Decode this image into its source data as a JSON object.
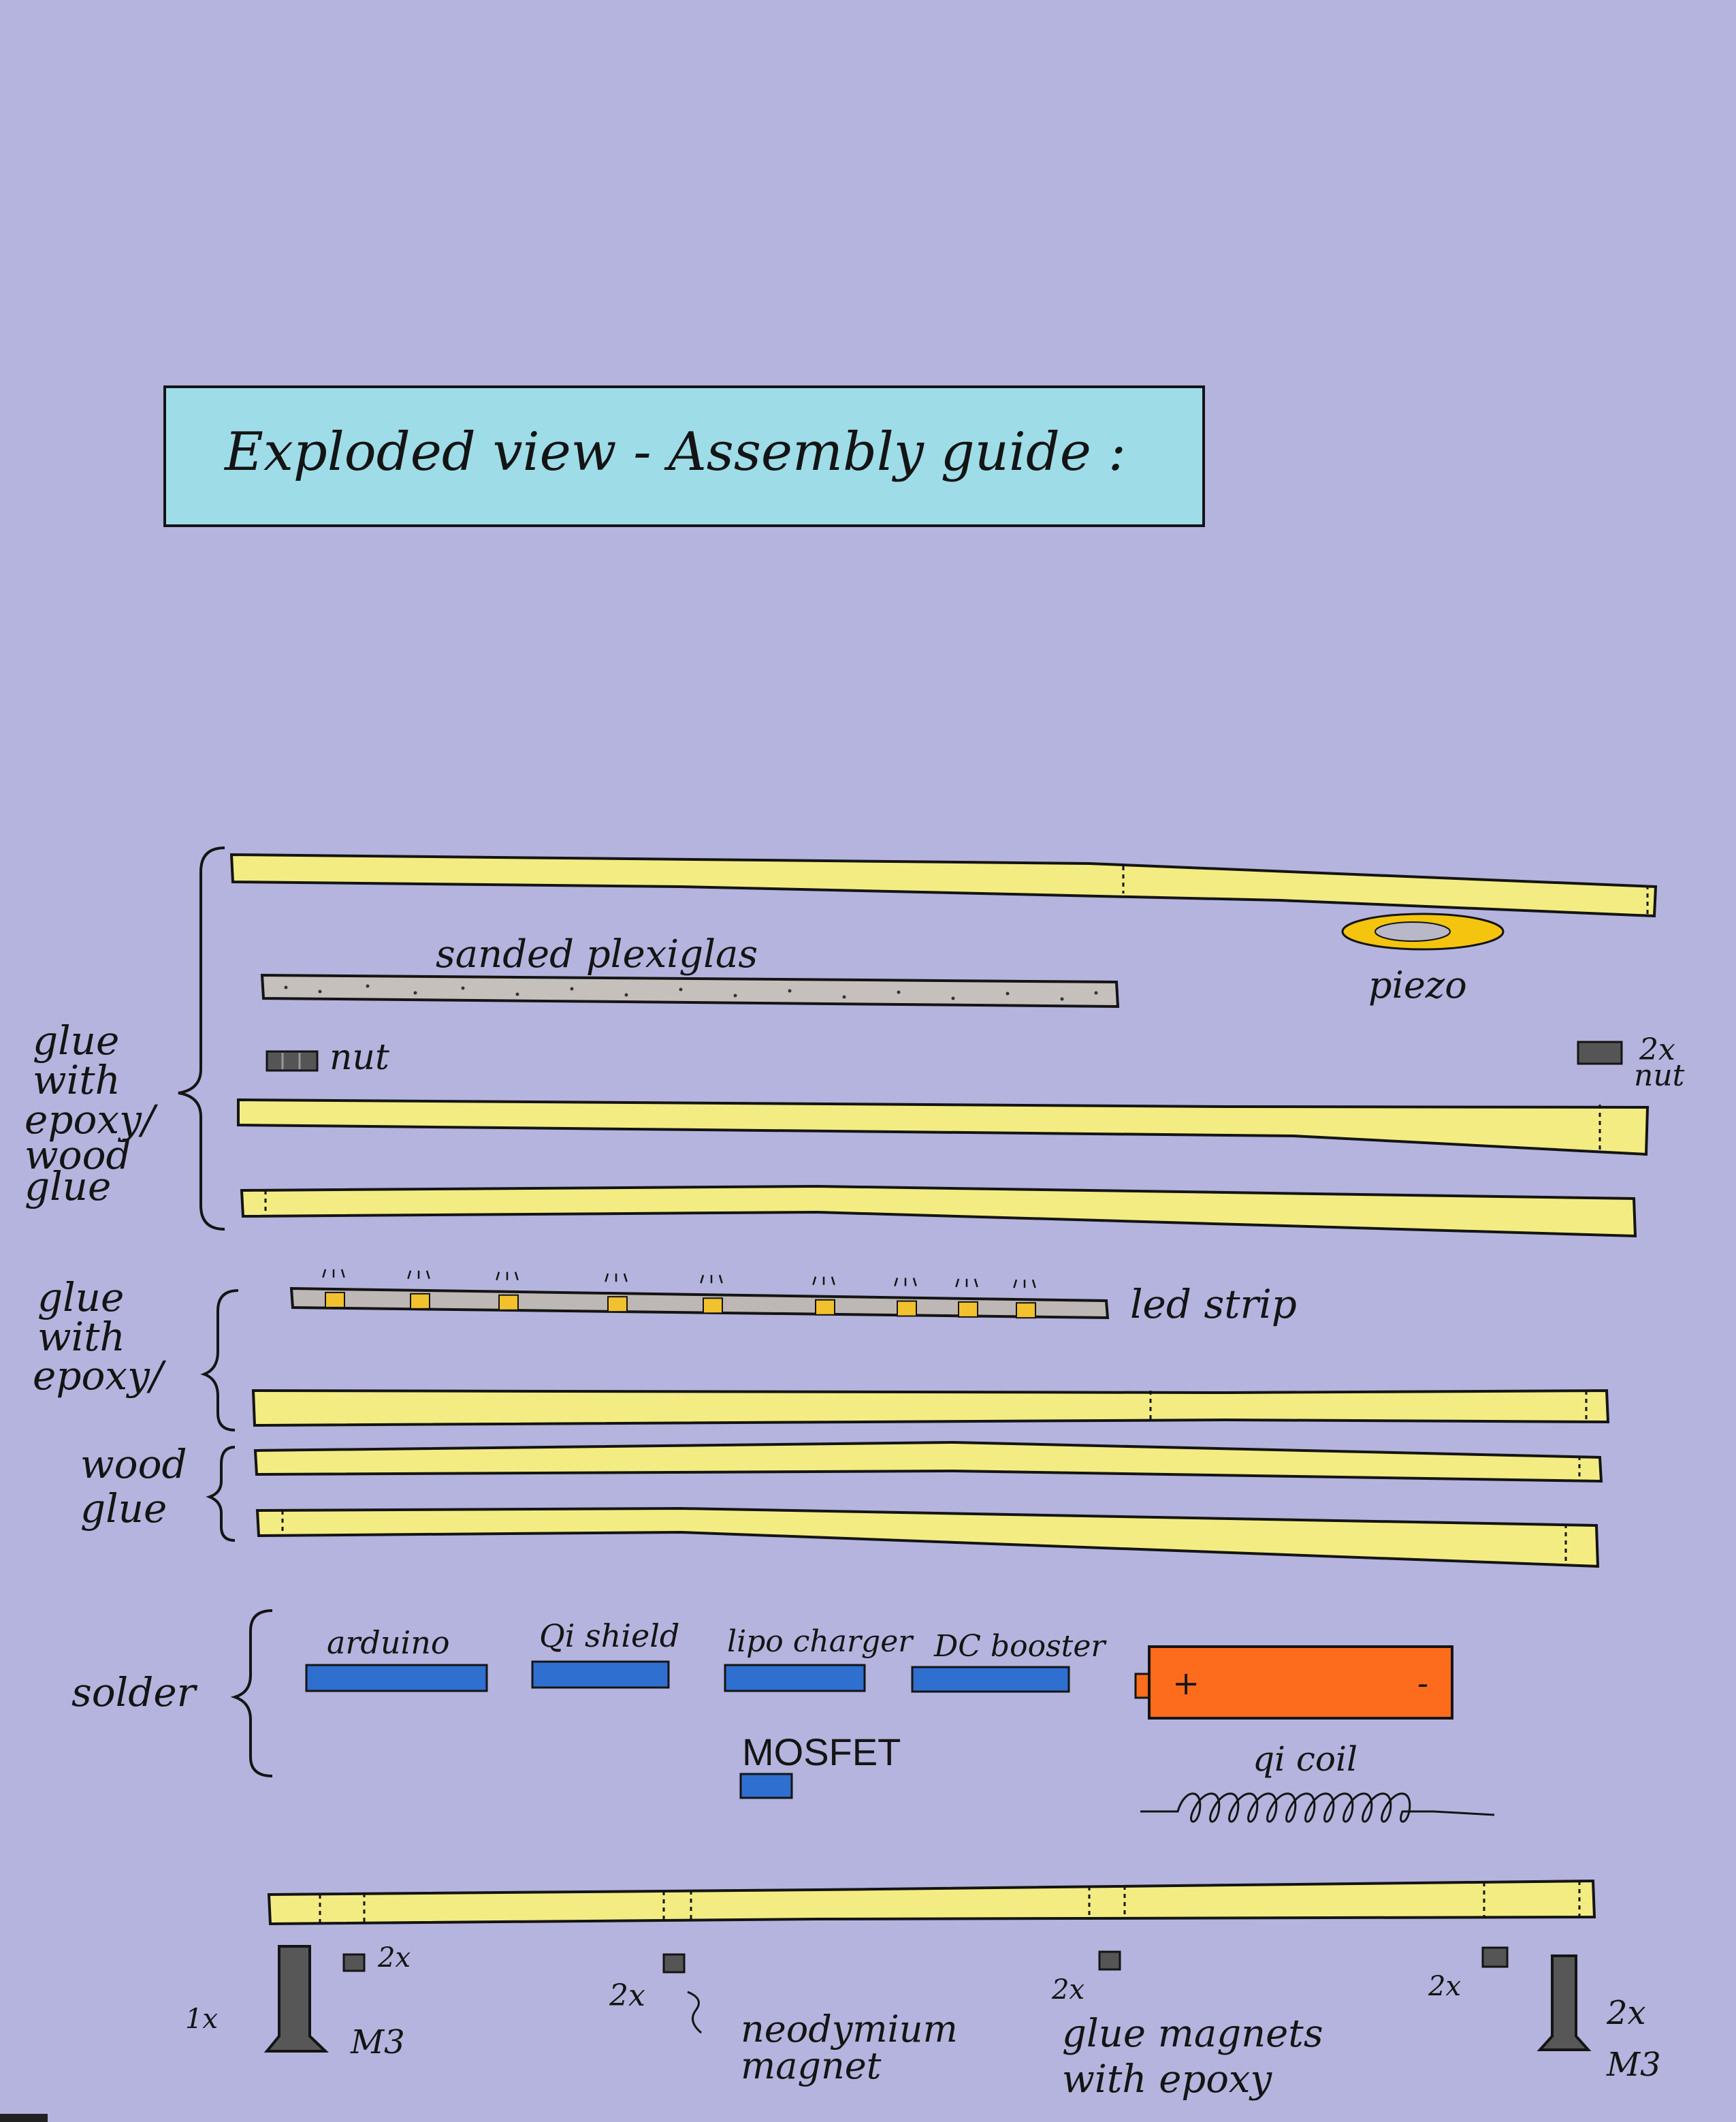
{
  "title": "Exploded view - Assembly guide :",
  "colors": {
    "background": "#b4b4de",
    "title_box": "#9edce8",
    "wood": "#f3ec82",
    "plexiglas": "#c6c0bd",
    "led_strip": "#bdb8b5",
    "led": "#f2c12e",
    "electronics": "#2f6fd0",
    "battery": "#fd6c1c",
    "piezo_ring": "#f4c40e",
    "piezo_center": "#b8b8c8",
    "nut_magnet": "#555555",
    "screw": "#575757"
  },
  "groups": {
    "glue_epoxy_wood": [
      "glue",
      "with",
      "epoxy/",
      "wood",
      "glue"
    ],
    "glue_epoxy": [
      "glue",
      "with",
      "epoxy/"
    ],
    "wood_glue": [
      "wood",
      "glue"
    ],
    "solder": "solder"
  },
  "parts": {
    "plexiglas": "sanded plexiglas",
    "piezo": "piezo",
    "nut_left": "nut",
    "nut_right_count": "2x",
    "nut_right": "nut",
    "led_strip": "led strip",
    "arduino": "arduino",
    "qi_shield": "Qi shield",
    "lipo_charger": "lipo charger",
    "dc_booster": "DC booster",
    "mosfet": "MOSFET",
    "qi_coil": "qi coil",
    "battery_plus": "+",
    "battery_minus": "-"
  },
  "bottom": {
    "screw_left_count": "1x",
    "screw_left_label": "M3",
    "magnet_1_count": "2x",
    "magnet_2_count": "2x",
    "magnet_3_count": "2x",
    "magnet_4_count": "2x",
    "magnet_label": [
      "neodymium",
      "magnet"
    ],
    "glue_label": [
      "glue magnets",
      "with epoxy"
    ],
    "screw_right_count": "2x",
    "screw_right_label": "M3"
  }
}
